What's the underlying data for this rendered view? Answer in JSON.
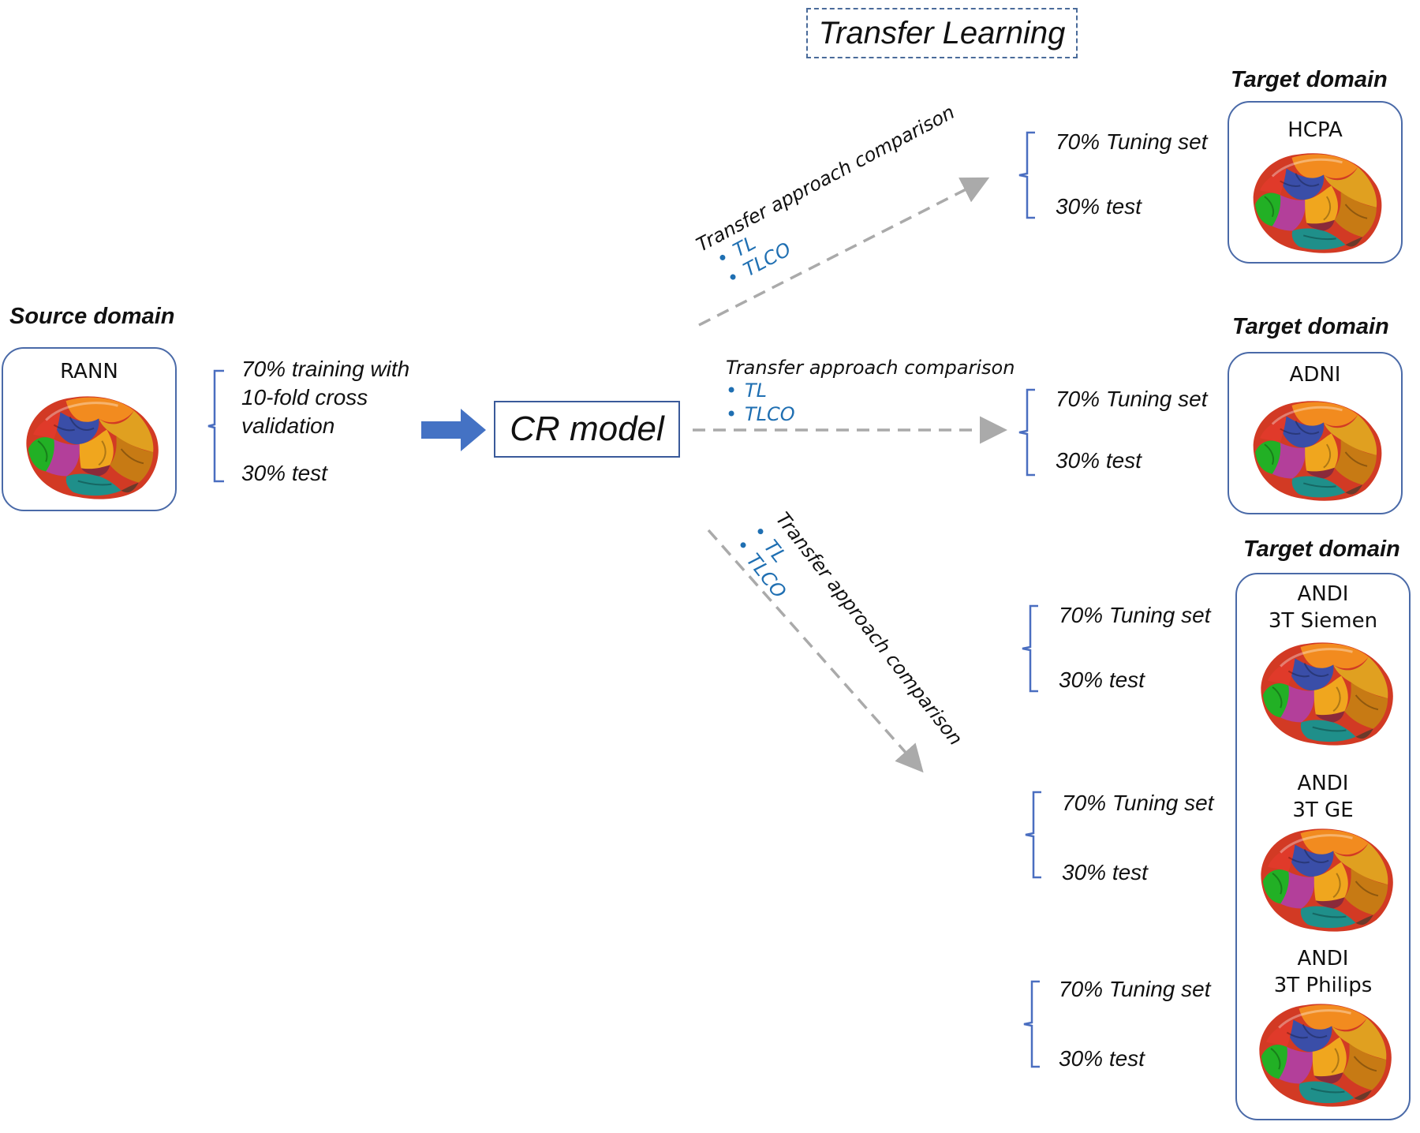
{
  "title": "Transfer Learning",
  "source": {
    "label": "Source domain",
    "dataset": "RANN",
    "split": [
      "70% training with",
      "10-fold cross",
      "validation",
      "30% test"
    ]
  },
  "model": "CR model",
  "approach": {
    "title": "Transfer approach comparison",
    "items": [
      "TL",
      "TLCO"
    ]
  },
  "targets": [
    {
      "label": "Target domain",
      "datasets": [
        {
          "name": [
            "HCPA"
          ],
          "split": [
            "70% Tuning set",
            "30% test"
          ]
        }
      ]
    },
    {
      "label": "Target domain",
      "datasets": [
        {
          "name": [
            "ADNI"
          ],
          "split": [
            "70% Tuning set",
            "30% test"
          ]
        }
      ]
    },
    {
      "label": "Target domain",
      "datasets": [
        {
          "name": [
            "ANDI",
            "3T Siemen"
          ],
          "split": [
            "70% Tuning set",
            "30% test"
          ]
        },
        {
          "name": [
            "ANDI",
            "3T GE"
          ],
          "split": [
            "70% Tuning set",
            "30% test"
          ]
        },
        {
          "name": [
            "ANDI",
            "3T Philips"
          ],
          "split": [
            "70% Tuning set",
            "30% test"
          ]
        }
      ]
    }
  ],
  "colors": {
    "border": "#4a6aa8",
    "bracket": "#4a6ec0",
    "arrow": "#4472c4",
    "dashed": "#aaaaaa",
    "method": "#1f6fb2"
  }
}
